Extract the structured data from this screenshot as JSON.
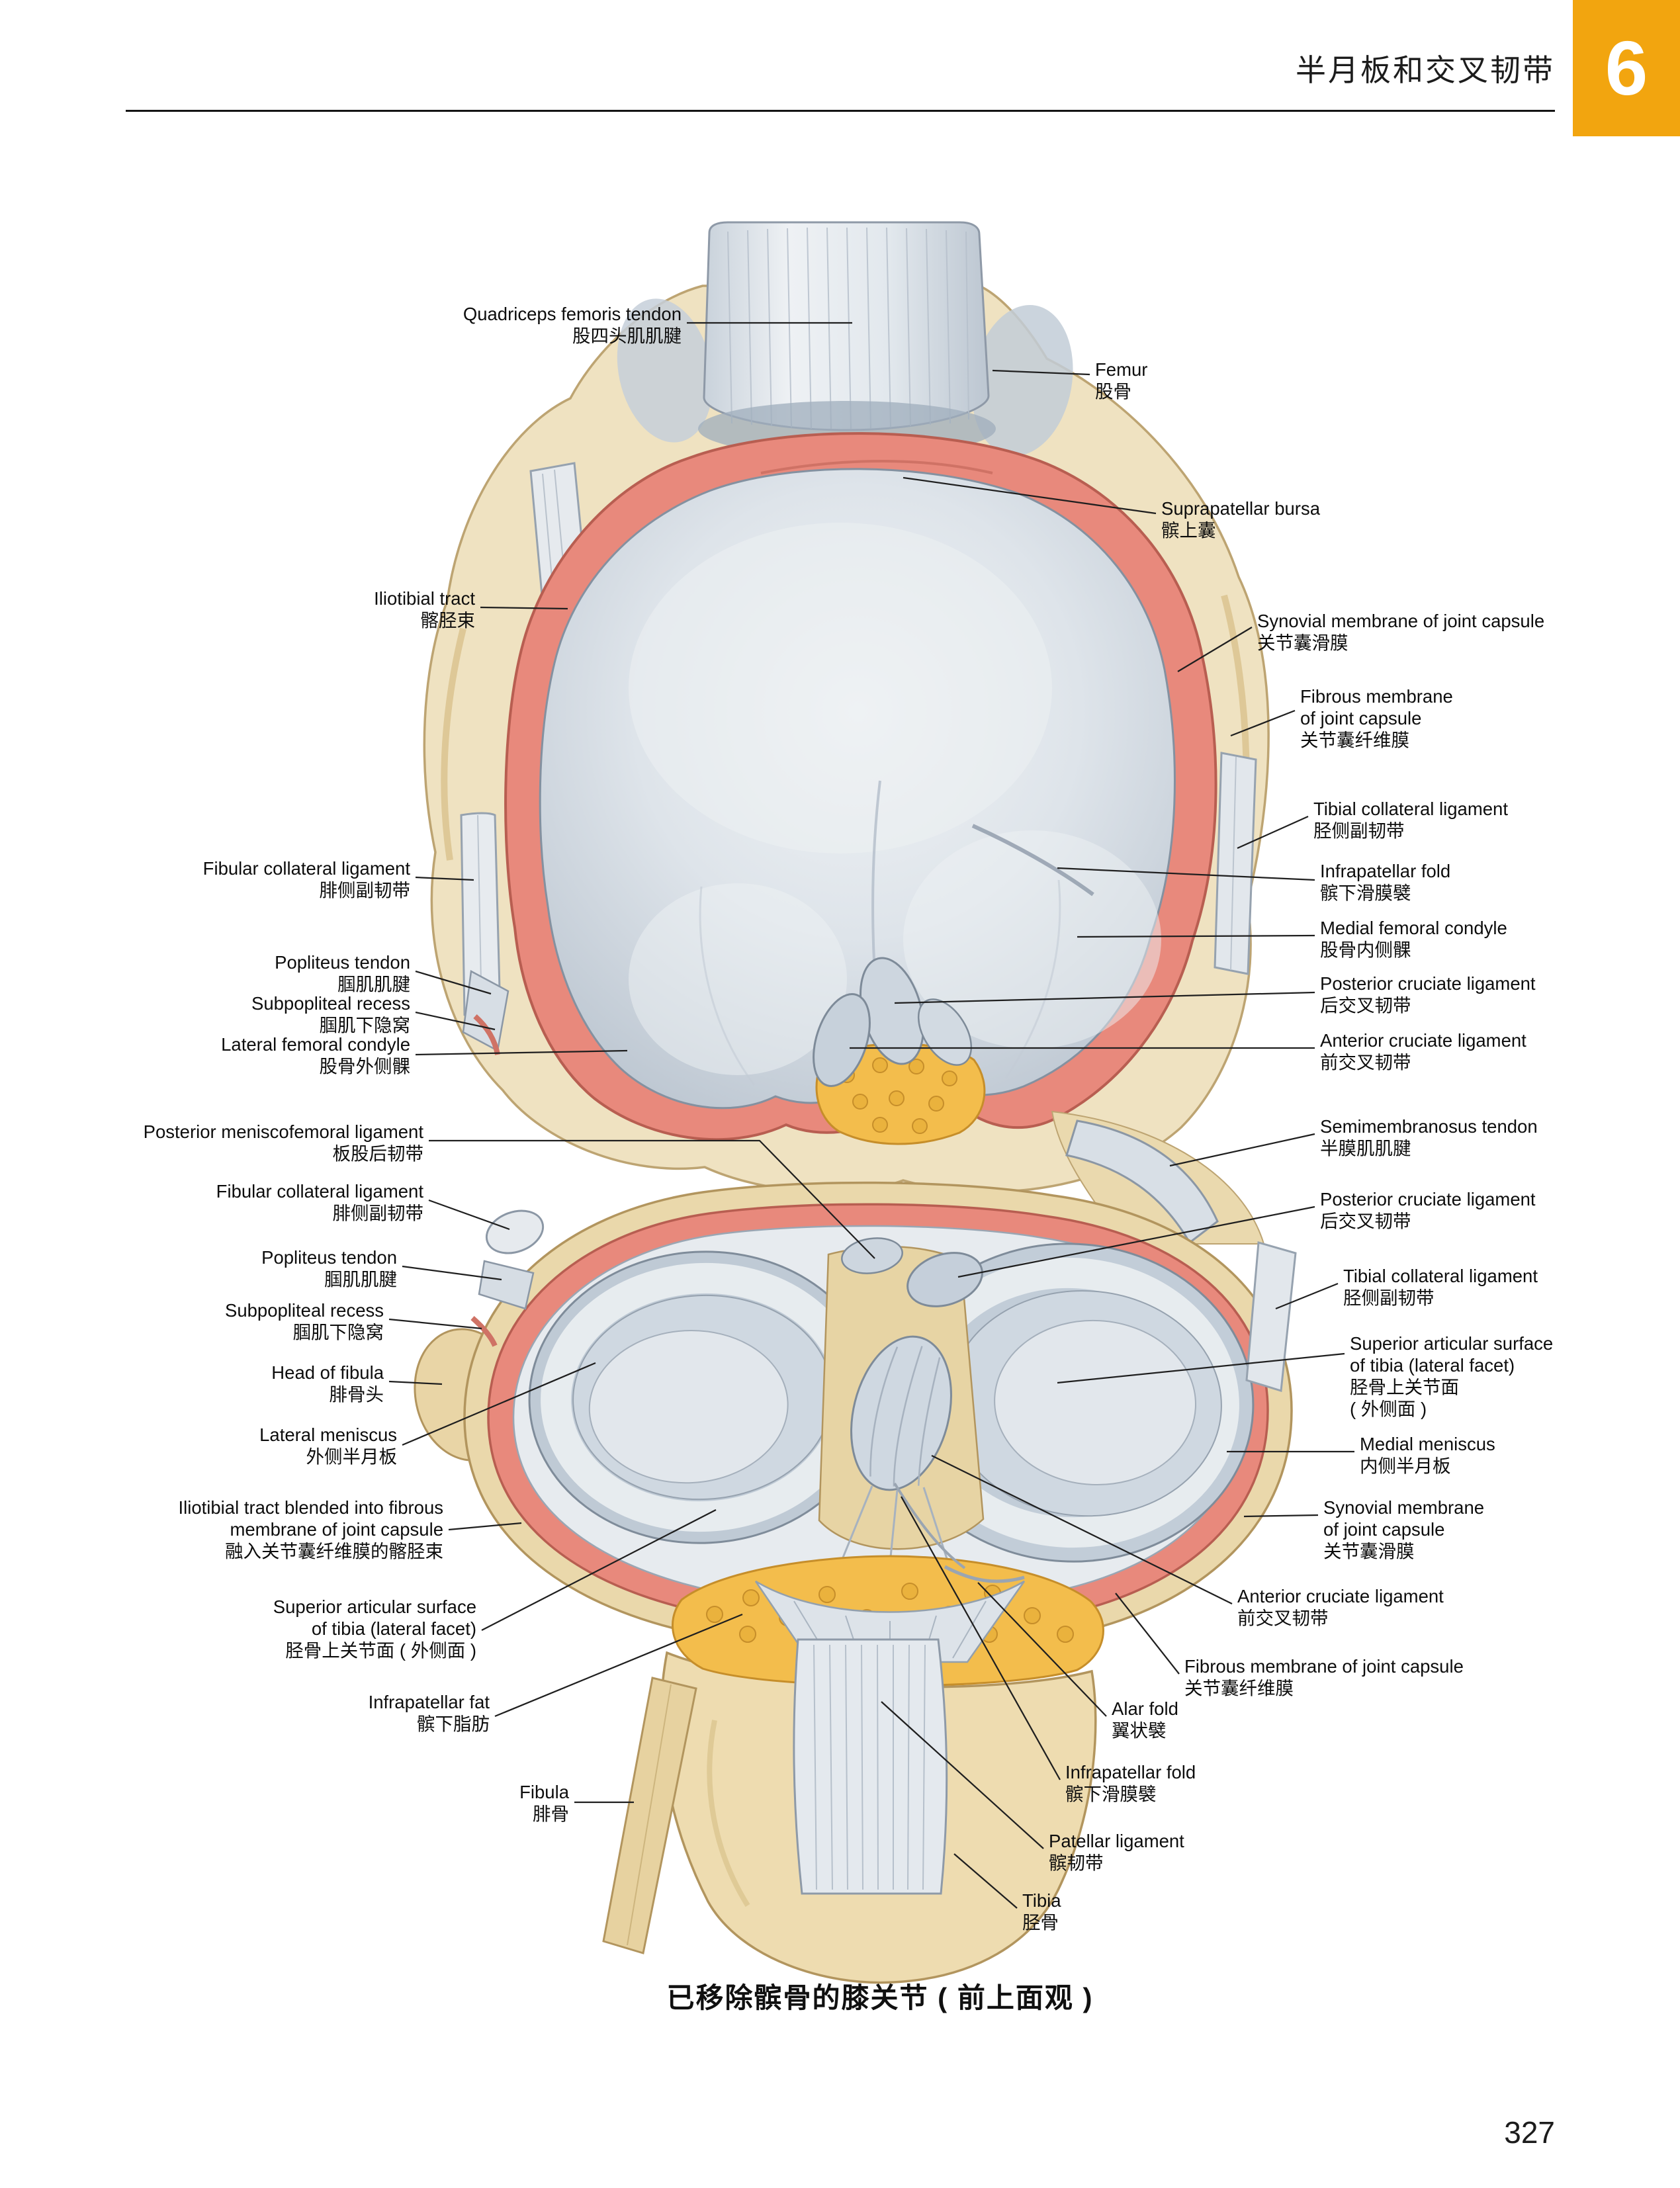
{
  "header": {
    "title": "半月板和交叉韧带",
    "chapter": "6"
  },
  "figure": {
    "caption": "已移除髌骨的膝关节 ( 前上面观 )"
  },
  "page_number": "327",
  "colors": {
    "chapter_tab": "#F2A50F",
    "synovial_pink": "#E8897C",
    "bone_tan": "#EAD8AB",
    "cartilage_gray_blue": "#C9D2DB",
    "fat_yellow": "#F2BC4A",
    "tendon_white": "#E4E9EE"
  },
  "labels": {
    "left": [
      {
        "en": "Quadriceps femoris tendon",
        "zh": "股四头肌肌腱"
      },
      {
        "en": "Iliotibial tract",
        "zh": "髂胫束"
      },
      {
        "en": "Fibular collateral ligament",
        "zh": "腓侧副韧带"
      },
      {
        "en": "Popliteus tendon",
        "zh": "腘肌肌腱"
      },
      {
        "en": "Subpopliteal recess",
        "zh": "腘肌下隐窝"
      },
      {
        "en": "Lateral femoral condyle",
        "zh": "股骨外侧髁"
      },
      {
        "en": "Posterior meniscofemoral ligament",
        "zh": "板股后韧带"
      },
      {
        "en": "Fibular collateral ligament",
        "zh": "腓侧副韧带"
      },
      {
        "en": "Popliteus tendon",
        "zh": "腘肌肌腱"
      },
      {
        "en": "Subpopliteal recess",
        "zh": "腘肌下隐窝"
      },
      {
        "en": "Head of fibula",
        "zh": "腓骨头"
      },
      {
        "en": "Lateral meniscus",
        "zh": "外侧半月板"
      },
      {
        "en": "Iliotibial tract blended into fibrous\nmembrane of joint capsule",
        "zh": "融入关节囊纤维膜的髂胫束"
      },
      {
        "en": "Superior articular surface\nof tibia (lateral facet)",
        "zh": "胫骨上关节面 ( 外侧面 )"
      },
      {
        "en": "Infrapatellar fat",
        "zh": "髌下脂肪"
      },
      {
        "en": "Fibula",
        "zh": "腓骨"
      }
    ],
    "right": [
      {
        "en": "Femur",
        "zh": "股骨"
      },
      {
        "en": "Suprapatellar bursa",
        "zh": "髌上囊"
      },
      {
        "en": "Synovial membrane of joint capsule",
        "zh": "关节囊滑膜"
      },
      {
        "en": "Fibrous membrane\nof joint capsule",
        "zh": "关节囊纤维膜"
      },
      {
        "en": "Tibial collateral ligament",
        "zh": "胫侧副韧带"
      },
      {
        "en": "Infrapatellar fold",
        "zh": "髌下滑膜襞"
      },
      {
        "en": "Medial femoral condyle",
        "zh": "股骨内侧髁"
      },
      {
        "en": "Posterior cruciate ligament",
        "zh": "后交叉韧带"
      },
      {
        "en": "Anterior cruciate ligament",
        "zh": "前交叉韧带"
      },
      {
        "en": "Semimembranosus tendon",
        "zh": "半膜肌肌腱"
      },
      {
        "en": "Posterior cruciate ligament",
        "zh": "后交叉韧带"
      },
      {
        "en": "Tibial collateral ligament",
        "zh": "胫侧副韧带"
      },
      {
        "en": "Superior articular surface\nof tibia (lateral facet)",
        "zh": "胫骨上关节面\n( 外侧面 )"
      },
      {
        "en": "Medial meniscus",
        "zh": "内侧半月板"
      },
      {
        "en": "Synovial membrane\nof joint capsule",
        "zh": "关节囊滑膜"
      },
      {
        "en": "Anterior cruciate ligament",
        "zh": "前交叉韧带"
      },
      {
        "en": "Fibrous membrane of joint capsule",
        "zh": "关节囊纤维膜"
      },
      {
        "en": "Alar fold",
        "zh": "翼状襞"
      },
      {
        "en": "Infrapatellar fold",
        "zh": "髌下滑膜襞"
      },
      {
        "en": "Patellar ligament",
        "zh": "髌韧带"
      },
      {
        "en": "Tibia",
        "zh": "胫骨"
      }
    ]
  }
}
